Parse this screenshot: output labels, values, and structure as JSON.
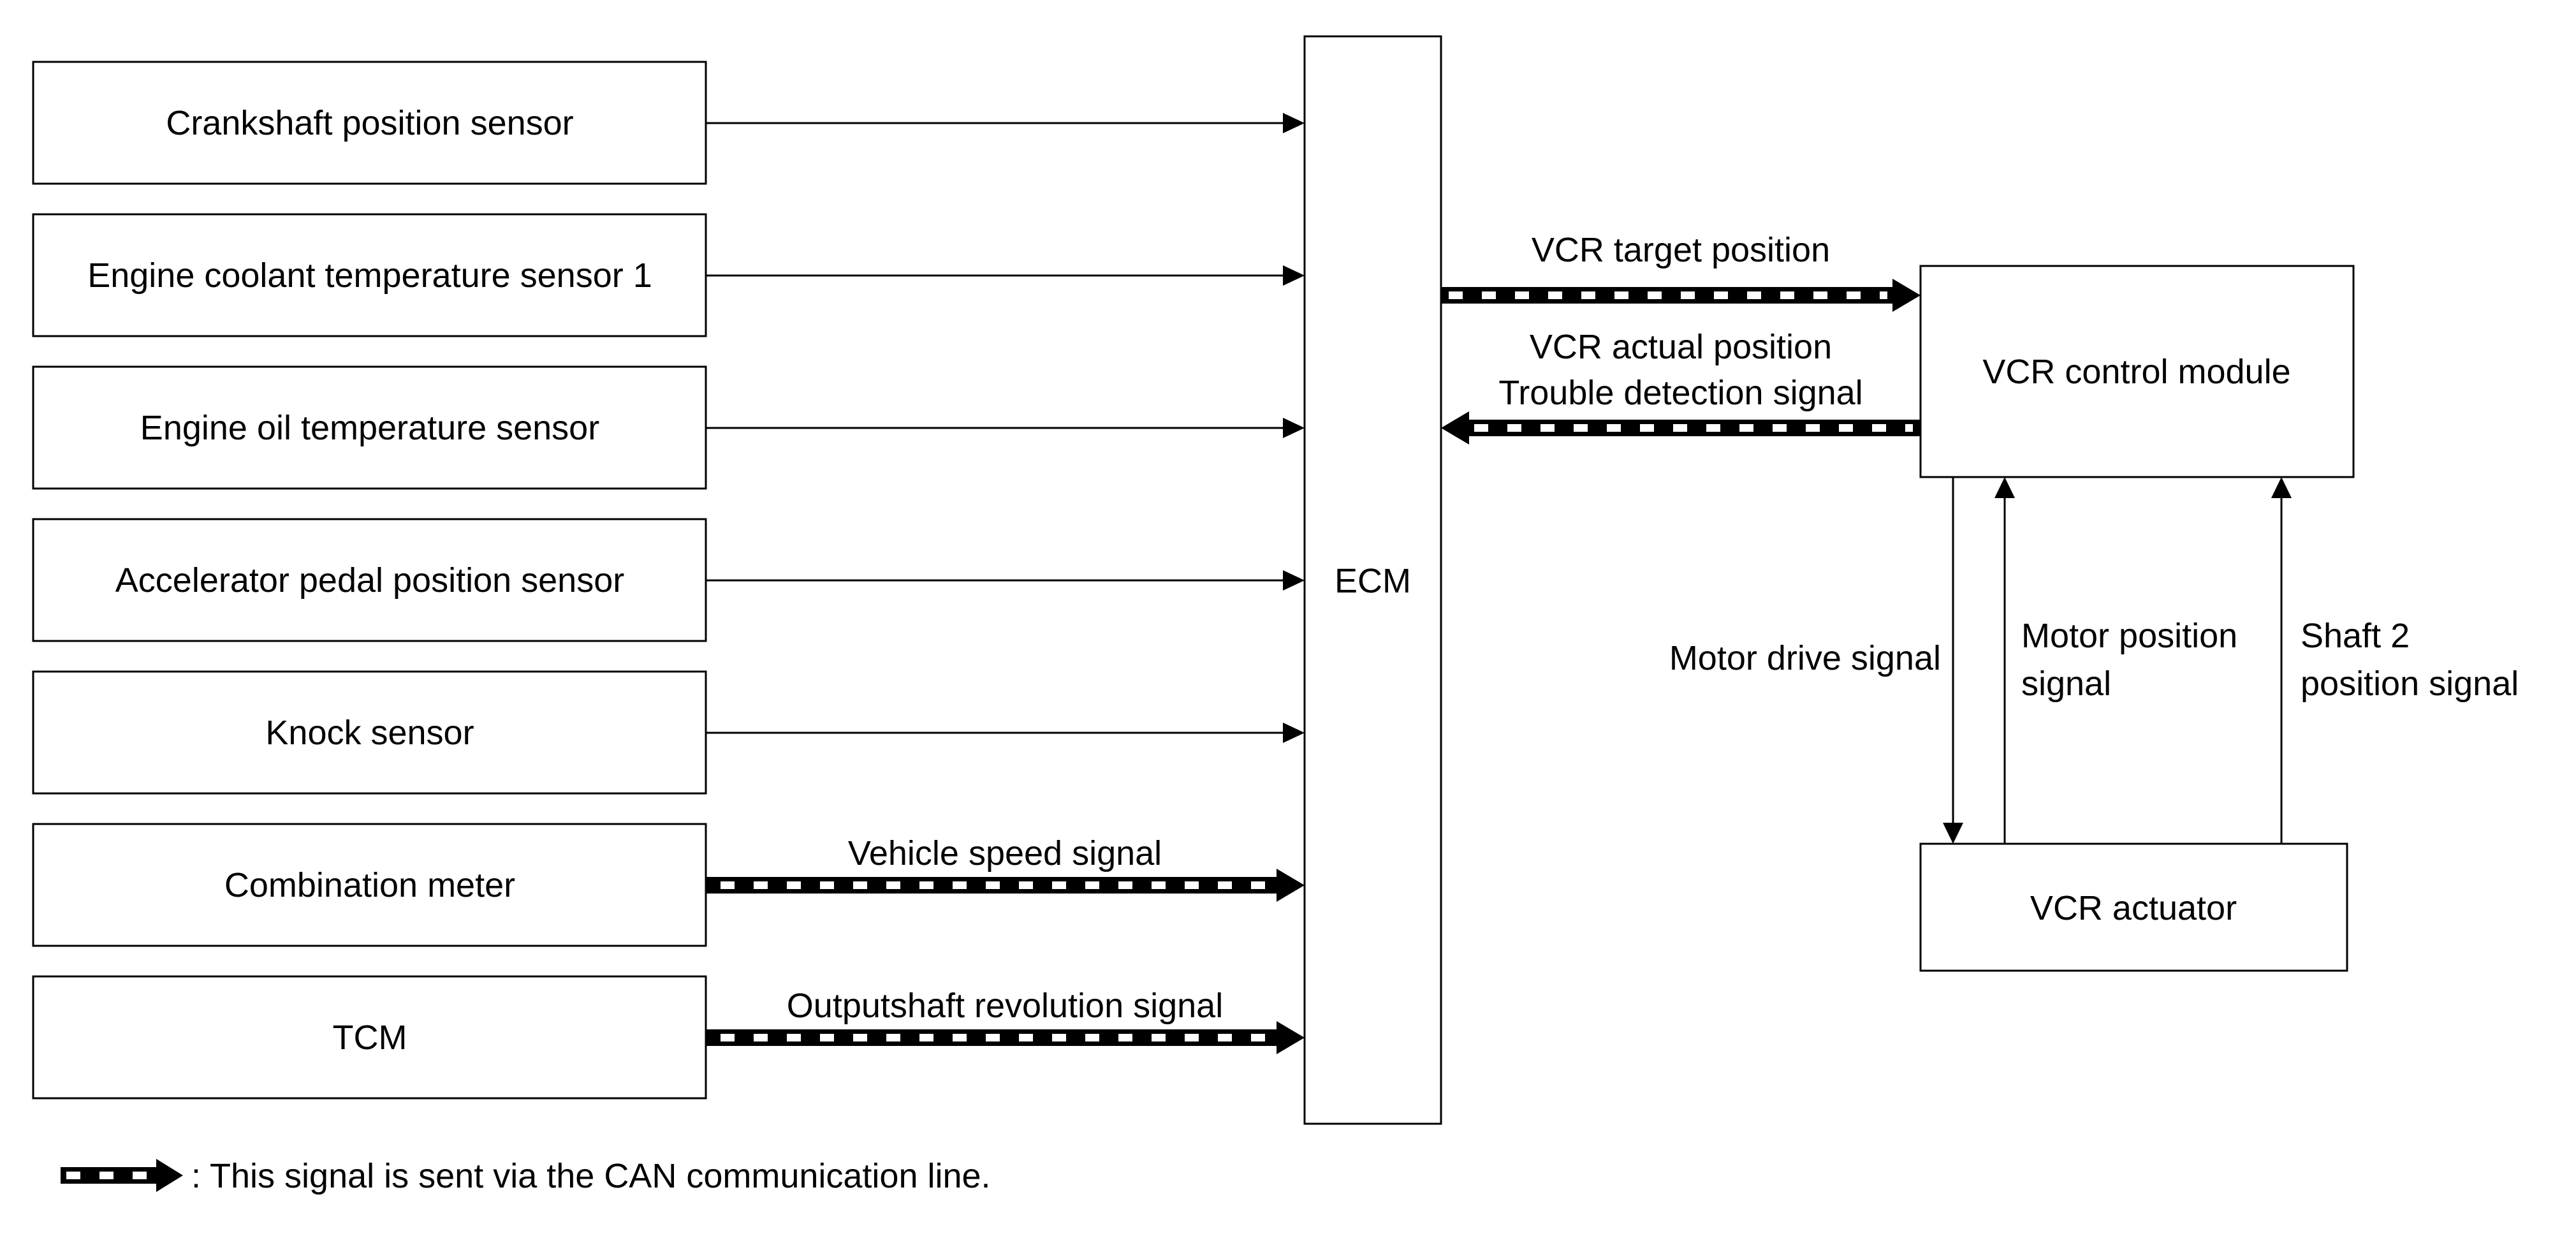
{
  "sensors": [
    {
      "label": "Crankshaft position sensor"
    },
    {
      "label": "Engine coolant temperature sensor 1"
    },
    {
      "label": "Engine oil temperature sensor"
    },
    {
      "label": "Accelerator pedal position sensor"
    },
    {
      "label": "Knock sensor"
    },
    {
      "label": "Combination meter"
    },
    {
      "label": "TCM"
    }
  ],
  "ecm": {
    "label": "ECM"
  },
  "vcr_control_module": {
    "label": "VCR control module"
  },
  "vcr_actuator": {
    "label": "VCR actuator"
  },
  "signals": {
    "vehicle_speed": "Vehicle speed signal",
    "outputshaft_revolution": "Outputshaft revolution signal",
    "vcr_target_position": "VCR target position",
    "vcr_actual_position": "VCR actual position",
    "trouble_detection": "Trouble detection signal",
    "motor_drive": "Motor drive signal",
    "motor_position_line1": "Motor position",
    "motor_position_line2": "signal",
    "shaft2_position_line1": "Shaft 2",
    "shaft2_position_line2": "position signal"
  },
  "legend": {
    "text": ": This signal is sent via the CAN communication line."
  }
}
